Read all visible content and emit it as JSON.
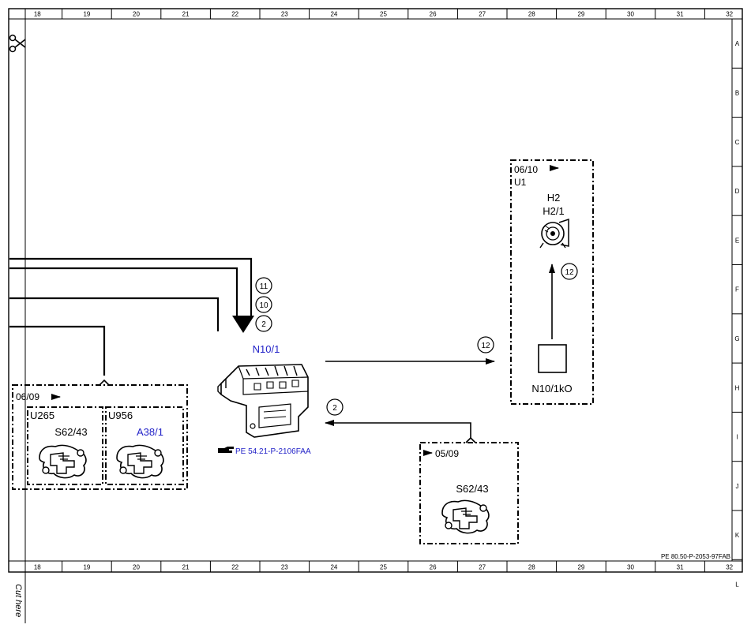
{
  "grid": {
    "columns": [
      "18",
      "19",
      "20",
      "21",
      "22",
      "23",
      "24",
      "25",
      "26",
      "27",
      "28",
      "29",
      "30",
      "31",
      "32"
    ],
    "rows": [
      "A",
      "B",
      "C",
      "D",
      "E",
      "F",
      "G",
      "H",
      "I",
      "J",
      "K",
      "L"
    ]
  },
  "margin": {
    "cut_label": "Cut here",
    "scissors_icon": "scissors-icon"
  },
  "footer": {
    "doc_ref": "PE 80.50-P-2053-97FAB"
  },
  "connectors": [
    "11",
    "10",
    "2"
  ],
  "n10_1": {
    "label": "N10/1",
    "ref": "PE 54.21-P-2106FAA",
    "ref_icon": "pointing-hand-icon"
  },
  "group_0609": {
    "title": "06/09",
    "u265": {
      "code": "U265",
      "part": "S62/43"
    },
    "u956": {
      "code": "U956",
      "part": "A38/1"
    }
  },
  "group_0610": {
    "title": "06/10",
    "code": "U1",
    "h2": "H2",
    "h2_1": "H2/1",
    "relay": "N10/1kO",
    "wire_num": "12"
  },
  "group_0509": {
    "title": "05/09",
    "part": "S62/43"
  },
  "wires": {
    "to_relay": "12",
    "from_switch": "2"
  },
  "colors": {
    "link_blue": "#2323c8",
    "line": "#000000"
  }
}
